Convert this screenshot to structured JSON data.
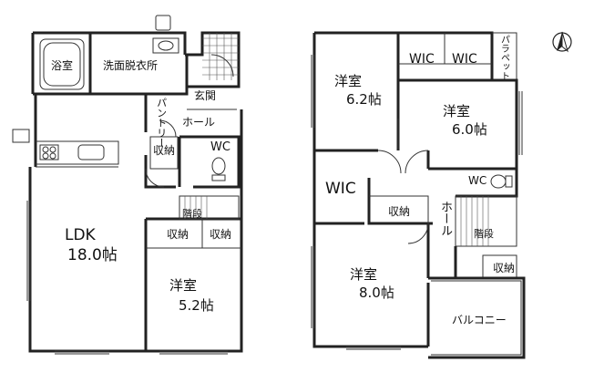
{
  "floor1": {
    "bath": "浴室",
    "washroom": "洗面脱衣所",
    "entrance": "玄関",
    "pantry": "パントリー",
    "hall": "ホール",
    "storage_a": "収納",
    "toilet": "WC",
    "stairs": "階段",
    "ldk_name": "LDK",
    "ldk_size": "18.0帖",
    "storage_b": "収納",
    "storage_c": "収納",
    "room_name": "洋室",
    "room_size": "5.2帖"
  },
  "floor2": {
    "room1_name": "洋室",
    "room1_size": "6.2帖",
    "wic1": "WIC",
    "wic2": "WIC",
    "parapet": "パラペット",
    "room2_name": "洋室",
    "room2_size": "6.0帖",
    "toilet": "WC",
    "wic3": "WIC",
    "storage_a": "収納",
    "hall": "ホール",
    "stairs": "階段",
    "storage_b": "収納",
    "room3_name": "洋室",
    "room3_size": "8.0帖",
    "balcony": "バルコニー"
  },
  "north_icon": "north-arrow-icon"
}
